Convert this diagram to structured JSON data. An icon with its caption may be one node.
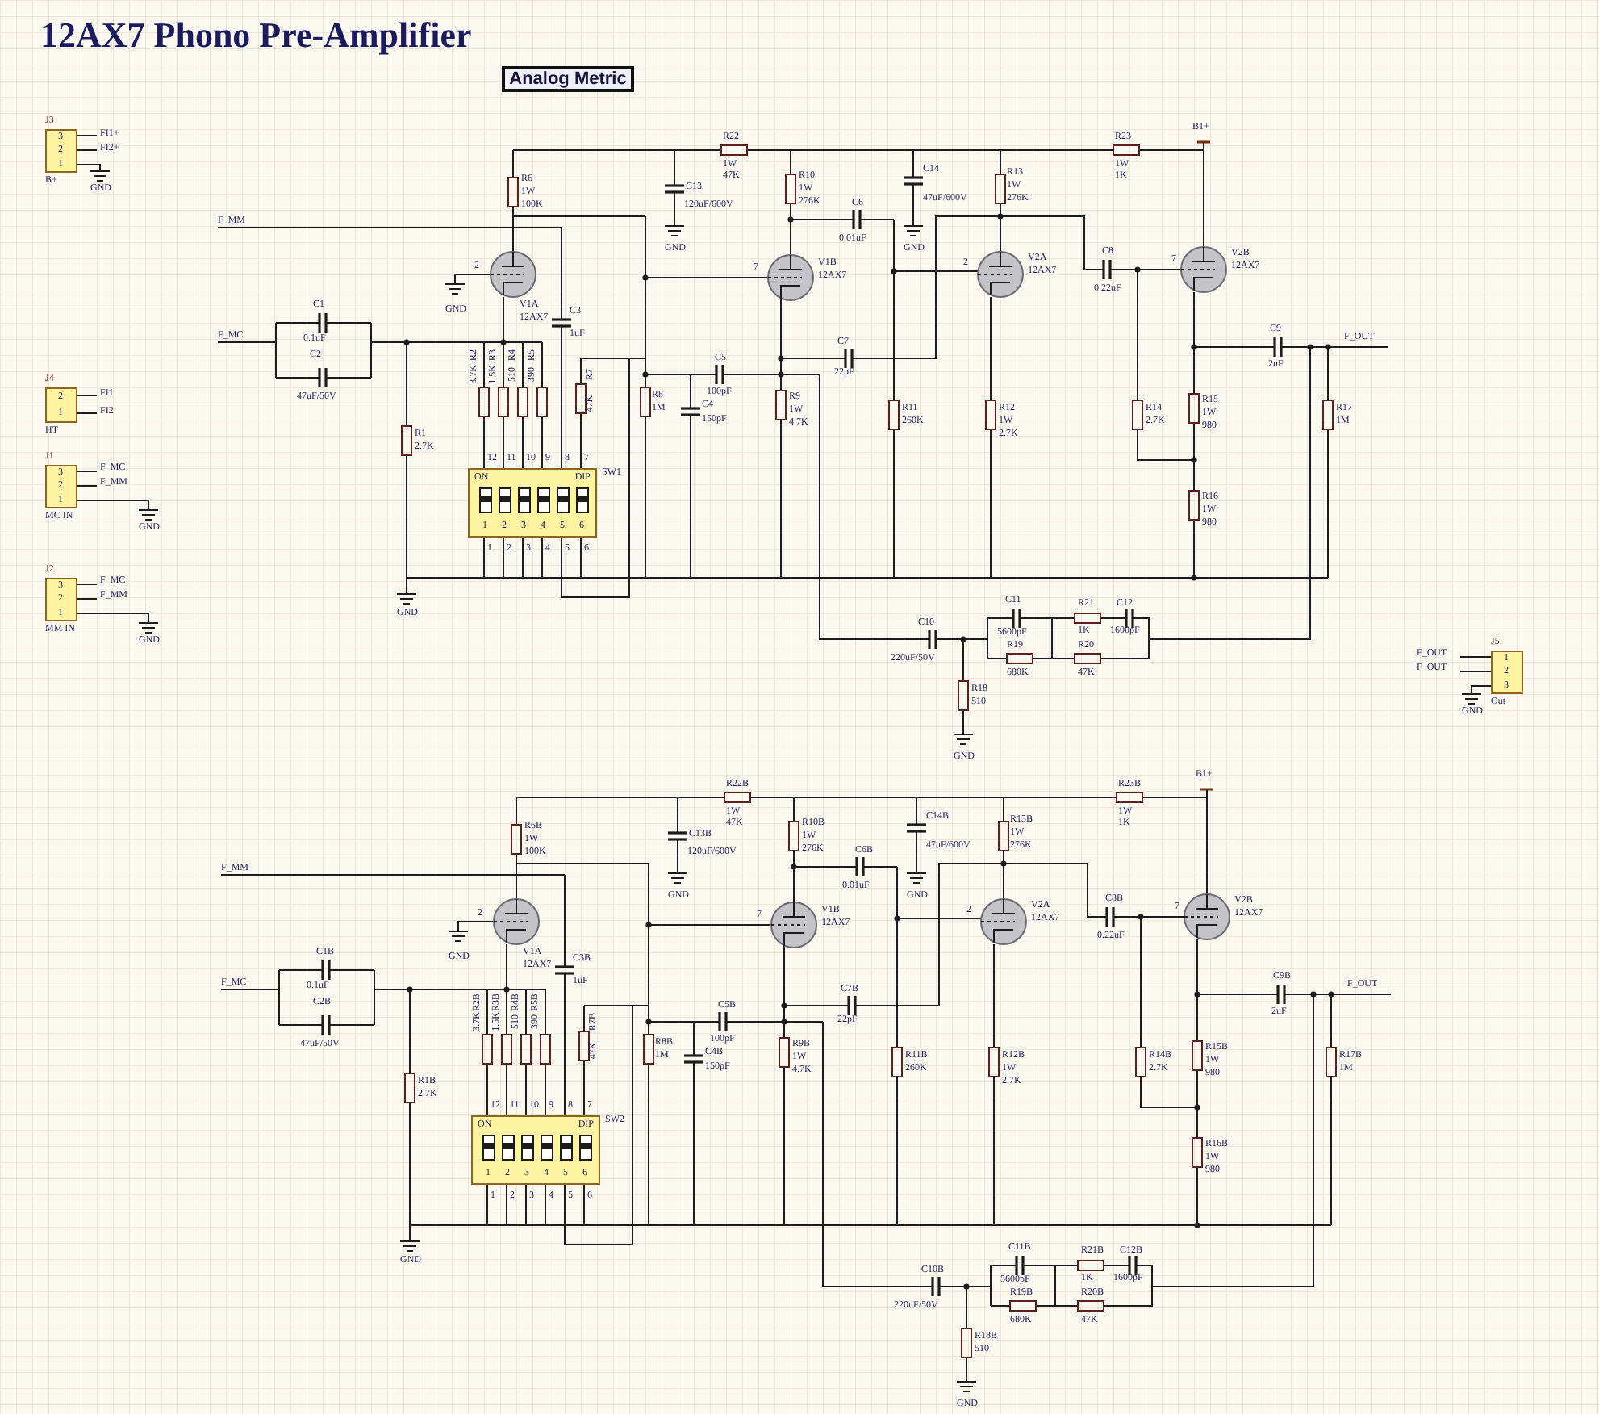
{
  "diagram": {
    "title": "12AX7 Phono Pre-Amplifier",
    "nodes": [
      {
        "text": [
          "Analog Metric"
        ]
      },
      {
        "text": [
          "J3",
          "3",
          "2",
          "1"
        ],
        "beside": [
          "B+"
        ]
      },
      {
        "text": [
          "J4",
          "2",
          "1"
        ],
        "beside": [
          "HT"
        ]
      },
      {
        "text": [
          "J1",
          "3",
          "2",
          "1"
        ],
        "beside": [
          "MC IN"
        ]
      },
      {
        "text": [
          "J2",
          "3",
          "2",
          "1"
        ],
        "beside": [
          "MM IN"
        ]
      },
      {
        "text": [
          "ON",
          "DIP",
          "1",
          "2",
          "3",
          "4",
          "5",
          "6"
        ],
        "beside": [
          "SW1",
          "12",
          "11",
          "10",
          "9",
          "8",
          "7",
          "1",
          "2",
          "3",
          "4",
          "5",
          "6"
        ]
      },
      {
        "text": [
          "J5",
          "1",
          "2",
          "3"
        ],
        "beside": [
          "Out"
        ]
      },
      {
        "text": [
          "ON",
          "DIP",
          "1",
          "2",
          "3",
          "4",
          "5",
          "6"
        ],
        "beside": [
          "SW2",
          "12",
          "11",
          "10",
          "9",
          "8",
          "7",
          "1",
          "2",
          "3",
          "4",
          "5",
          "6"
        ]
      }
    ],
    "labels": [
      "F_MM",
      "F_MC",
      "R6",
      "1W",
      "100K",
      "V1A",
      "12AX7",
      "2",
      "GND",
      "C1",
      "0.1uF",
      "C2",
      "47uF/50V",
      "R1",
      "2.7K",
      "GND",
      "R2",
      "3.7K",
      "R3",
      "1.5K",
      "R4",
      "510",
      "R5",
      "390",
      "R7",
      "47K",
      "C3",
      "1uF",
      "R22",
      "1W",
      "47K",
      "C13",
      "120uF/600V",
      "GND",
      "R10",
      "1W",
      "276K",
      "C6",
      "0.01uF",
      "C14",
      "47uF/600V",
      "GND",
      "R13",
      "1W",
      "276K",
      "R23",
      "1W",
      "1K",
      "B1+",
      "V1B",
      "12AX7",
      "7",
      "V2A",
      "12AX7",
      "2",
      "V2B",
      "12AX7",
      "7",
      "C8",
      "0.22uF",
      "R8",
      "1M",
      "C5",
      "100pF",
      "C4",
      "150pF",
      "R9",
      "1W",
      "4.7K",
      "C7",
      "22pF",
      "R11",
      "260K",
      "R12",
      "1W",
      "2.7K",
      "R14",
      "2.7K",
      "R15",
      "1W",
      "980",
      "R16",
      "1W",
      "980",
      "C9",
      "2uF",
      "F_OUT",
      "R17",
      "1M",
      "C10",
      "220uF/50V",
      "R18",
      "510",
      "GND",
      "C11",
      "5600pF",
      "R19",
      "680K",
      "R21",
      "1K",
      "C12",
      "1600pF",
      "R20",
      "47K",
      "FI1+",
      "FI2+",
      "GND",
      "FI1",
      "FI2",
      "F_MC",
      "F_MM",
      "GND",
      "F_MC",
      "F_MM",
      "GND",
      "F_OUT",
      "F_OUT",
      "GND",
      "F_MM",
      "F_MC",
      "R6B",
      "1W",
      "100K",
      "V1A",
      "12AX7",
      "2",
      "GND",
      "C1B",
      "0.1uF",
      "C2B",
      "47uF/50V",
      "R1B",
      "2.7K",
      "GND",
      "R2B",
      "3.7K",
      "R3B",
      "1.5K",
      "R4B",
      "510",
      "R5B",
      "390",
      "R7B",
      "47K",
      "C3B",
      "1uF",
      "R22B",
      "1W",
      "47K",
      "C13B",
      "120uF/600V",
      "GND",
      "R10B",
      "1W",
      "276K",
      "C6B",
      "0.01uF",
      "C14B",
      "47uF/600V",
      "GND",
      "R13B",
      "1W",
      "276K",
      "R23B",
      "1W",
      "1K",
      "B1+",
      "V1B",
      "12AX7",
      "7",
      "V2A",
      "12AX7",
      "2",
      "V2B",
      "12AX7",
      "7",
      "C8B",
      "0.22uF",
      "R8B",
      "1M",
      "C5B",
      "100pF",
      "C4B",
      "150pF",
      "R9B",
      "1W",
      "4.7K",
      "C7B",
      "22pF",
      "R11B",
      "260K",
      "R12B",
      "1W",
      "2.7K",
      "R14B",
      "2.7K",
      "R15B",
      "1W",
      "980",
      "R16B",
      "1W",
      "980",
      "C9B",
      "2uF",
      "F_OUT",
      "R17B",
      "1M",
      "C10B",
      "220uF/50V",
      "R18B",
      "510",
      "GND",
      "C11B",
      "5600pF",
      "R19B",
      "680K",
      "R21B",
      "1K",
      "C12B",
      "1600pF",
      "R20B",
      "47K"
    ]
  }
}
